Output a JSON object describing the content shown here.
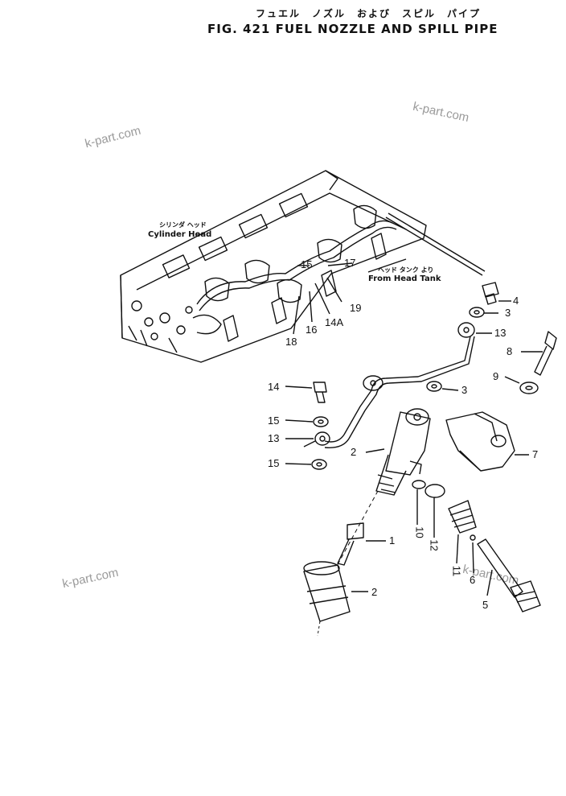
{
  "header": {
    "title_jp": "フュエル　ノズル　および　スピル　パイプ",
    "title_en": "FIG. 421   FUEL  NOZZLE  AND  SPILL  PIPE"
  },
  "watermarks": [
    "k-part.com",
    "k-part.com",
    "k-part.com",
    "k-part.com"
  ],
  "captions": {
    "cylinder_head_jp": "シリンダ ヘッド",
    "cylinder_head_en": "Cylinder Head",
    "head_tank_jp": "ヘッド タンク より",
    "head_tank_en": "From Head Tank"
  },
  "callouts": [
    "4",
    "3",
    "13",
    "8",
    "9",
    "3",
    "7",
    "14",
    "15",
    "13",
    "15",
    "2",
    "1",
    "2",
    "10",
    "12",
    "11",
    "6",
    "5",
    "17",
    "15",
    "19",
    "14A",
    "16",
    "18"
  ]
}
